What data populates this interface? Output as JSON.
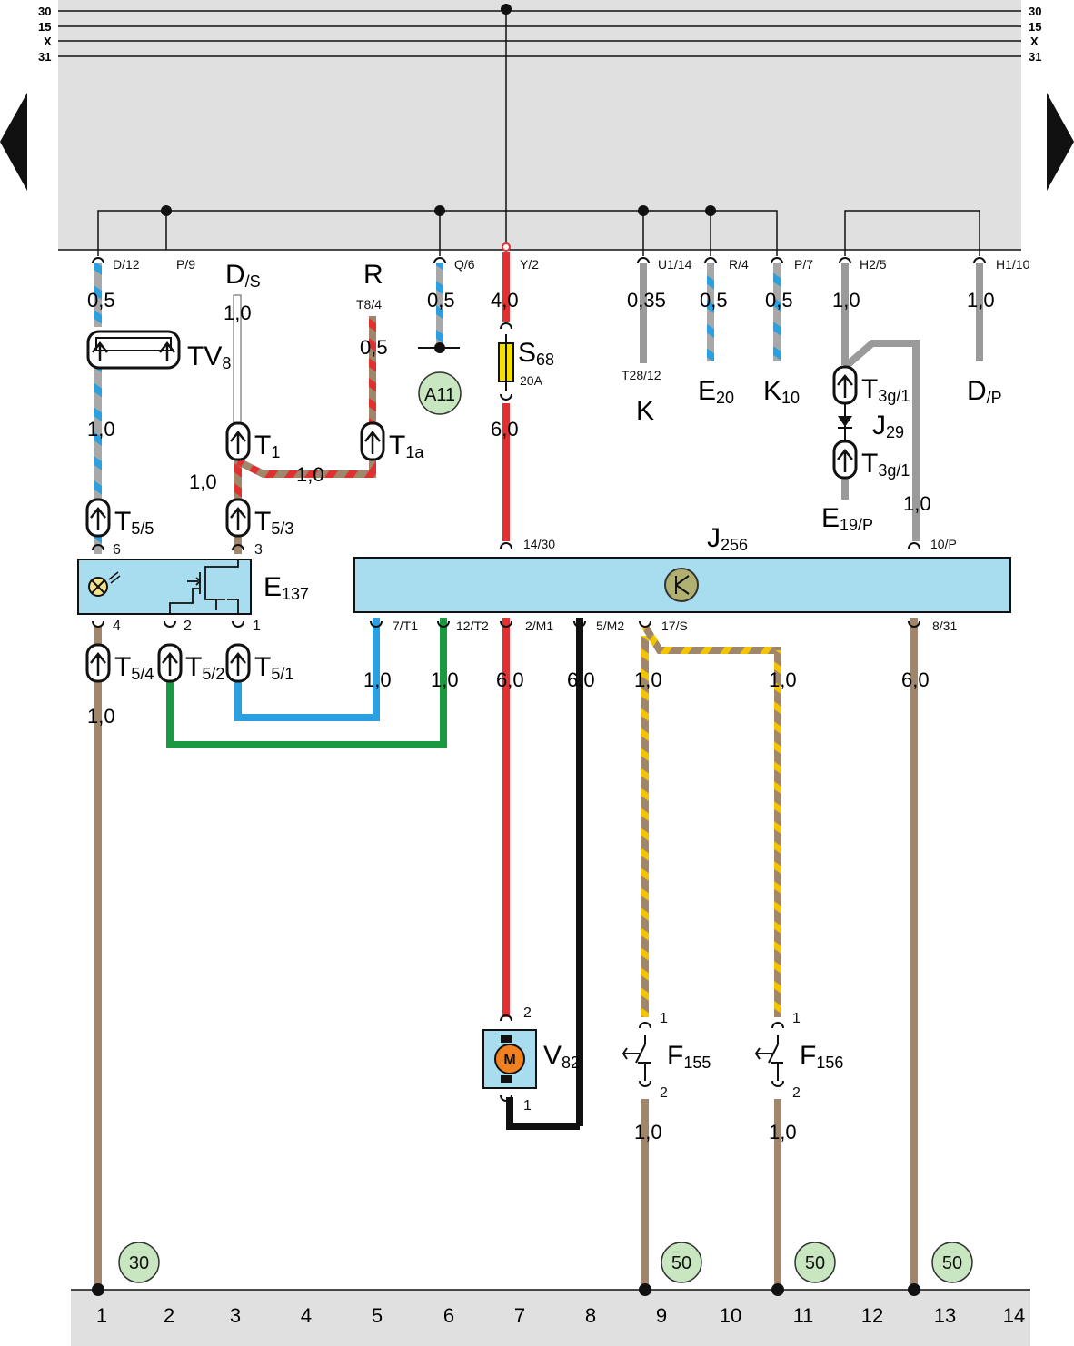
{
  "rails": {
    "labels": [
      "30",
      "15",
      "X",
      "31"
    ]
  },
  "nav": {
    "prev": "previous-page",
    "next": "next-page"
  },
  "connectors_top": {
    "d12": "D/12",
    "p9": "P/9",
    "q6": "Q/6",
    "y2": "Y/2",
    "u114": "U1/14",
    "r4": "R/4",
    "p7": "P/7",
    "h25": "H2/5",
    "h110": "H1/10"
  },
  "gauges": {
    "g1a": "0,5",
    "g1b": "1,0",
    "g1c": "1,0",
    "g3a": "1,0",
    "g3b": "1,0",
    "g3c": "1,0",
    "g5a": "0,5",
    "g6a": "0,5",
    "g7a": "4,0",
    "g7b": "6,0",
    "g7c": "6,0",
    "g8": "6,0",
    "g9a": "0,35",
    "g10a": "0,5",
    "g11a": "0,5",
    "g12a": "1,0",
    "g13a": "1,0",
    "g13b": "1,0",
    "g5b": "1,0",
    "g6b": "1,0",
    "g9b": "1,0",
    "g11b": "1,0",
    "g13c": "6,0",
    "g9c": "1,0",
    "g11c": "1,0"
  },
  "components": {
    "tv8": "TV",
    "tv8_sub": "8",
    "d": "D",
    "d_sub": "/S",
    "r": "R",
    "t84": "T8/4",
    "t1": "T",
    "t1_sub": "1",
    "t1a": "T",
    "t1a_sub": "1a",
    "t55": "T",
    "t55_sub": "5/5",
    "t53": "T",
    "t53_sub": "5/3",
    "t54": "T",
    "t54_sub": "5/4",
    "t52": "T",
    "t52_sub": "5/2",
    "t51": "T",
    "t51_sub": "5/1",
    "a11": "A11",
    "s68": "S",
    "s68_sub": "68",
    "s68_rating": "20A",
    "k_t": "T28/12",
    "k": "K",
    "e20": "E",
    "e20_sub": "20",
    "k10": "K",
    "k10_sub": "10",
    "dp": "D",
    "dp_sub": "/P",
    "t3g1a": "T",
    "t3g1a_sub": "3g/1",
    "t3g1b": "T",
    "t3g1b_sub": "3g/1",
    "j29": "J",
    "j29_sub": "29",
    "e19": "E",
    "e19_sub": "19/P",
    "e137": "E",
    "e137_sub": "137",
    "j256": "J",
    "j256_sub": "256",
    "v82": "V",
    "v82_sub": "82",
    "motor": "M",
    "f155": "F",
    "f155_sub": "155",
    "f156": "F",
    "f156_sub": "156"
  },
  "pins": {
    "e137_6": "6",
    "e137_3": "3",
    "e137_4": "4",
    "e137_2": "2",
    "e137_1": "1",
    "j_1430": "14/30",
    "j_10p": "10/P",
    "j_7t1": "7/T1",
    "j_12t2": "12/T2",
    "j_2m1": "2/M1",
    "j_5m2": "5/M2",
    "j_17s": "17/S",
    "j_831": "8/31",
    "v82_2": "2",
    "v82_1": "1",
    "f155_1": "1",
    "f155_2": "2",
    "f156_1": "1",
    "f156_2": "2"
  },
  "ground_badges": {
    "b1": "30",
    "b9": "50",
    "b11": "50",
    "b13": "50"
  },
  "footer": {
    "numbers": [
      "1",
      "2",
      "3",
      "4",
      "5",
      "6",
      "7",
      "8",
      "9",
      "10",
      "11",
      "12",
      "13",
      "14"
    ]
  },
  "colors": {
    "panel": "#e0e0e0",
    "module": "#a8dcef",
    "red": "#e03030",
    "brown": "#a0866a",
    "blue": "#2aa0e0",
    "green": "#1a9a40",
    "black": "#111111",
    "grey": "#9a9a9a",
    "yellow": "#f5c400",
    "badge": "#c8e6c0",
    "orange": "#f08020",
    "motorbox": "#a8dcef"
  }
}
